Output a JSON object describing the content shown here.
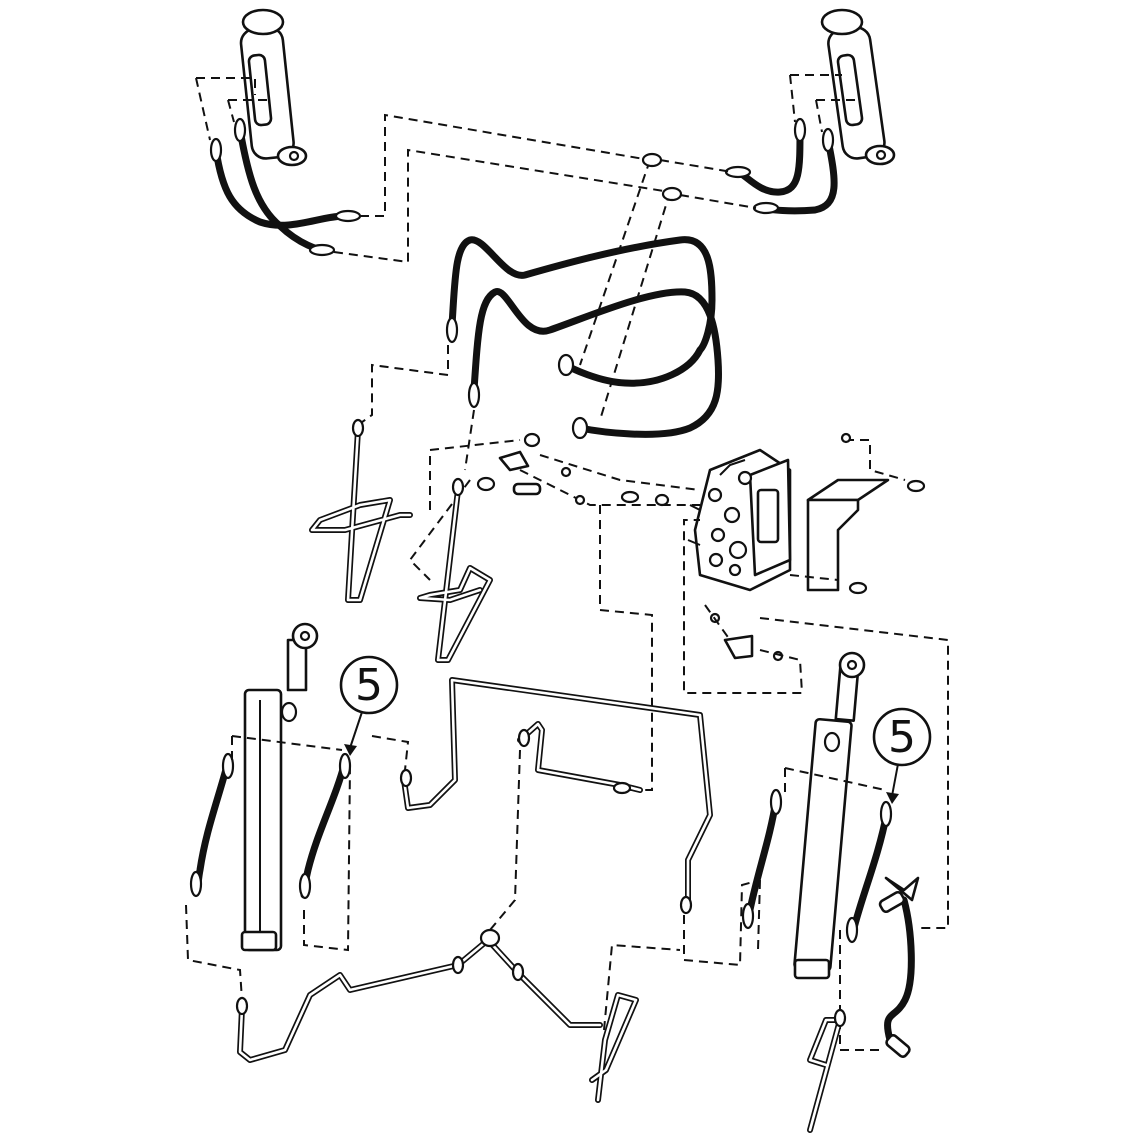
{
  "diagram": {
    "type": "exploded hydraulic hose diagram",
    "callouts": [
      {
        "id": "callout-left",
        "label": "5"
      },
      {
        "id": "callout-right",
        "label": "5"
      }
    ],
    "colors": {
      "line": "#111111",
      "background": "#ffffff"
    }
  }
}
